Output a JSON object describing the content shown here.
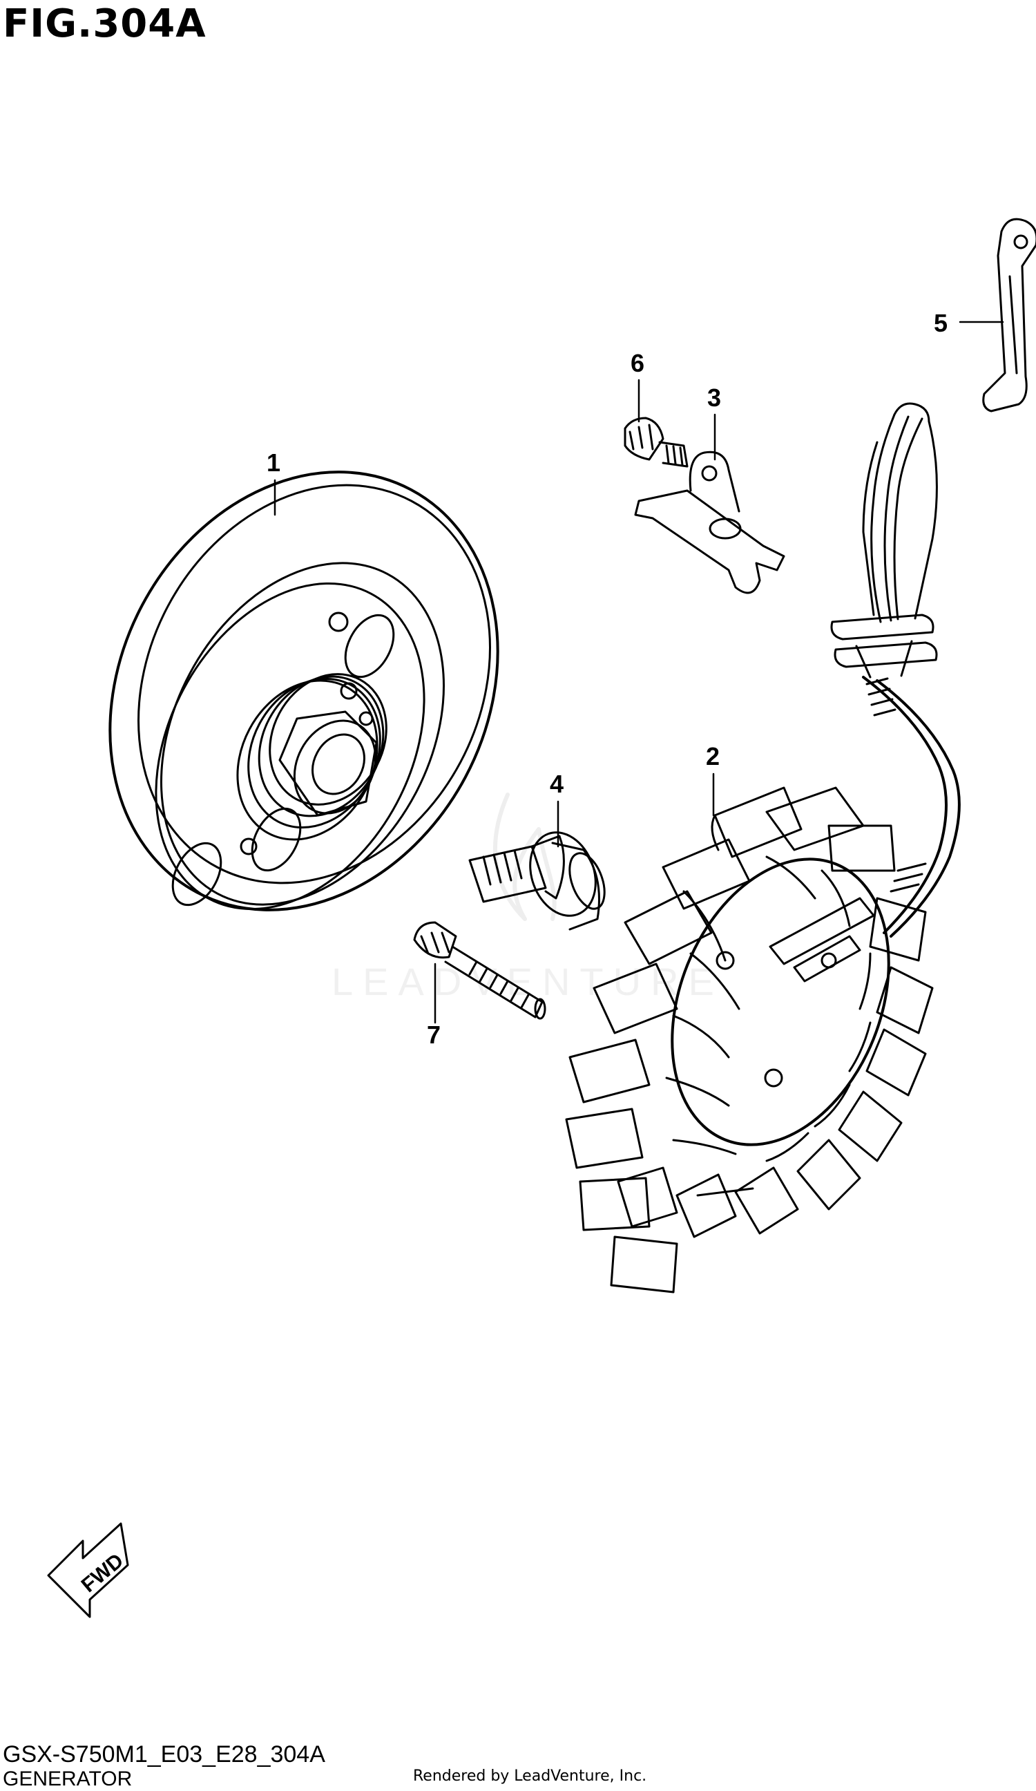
{
  "figure": {
    "title": "FIG.304A"
  },
  "callouts": {
    "c1": "1",
    "c2": "2",
    "c3": "3",
    "c4": "4",
    "c5": "5",
    "c6": "6",
    "c7": "7"
  },
  "watermark": "LEADVENTURE",
  "fwd_label": "FWD",
  "footer": {
    "code": "GSX-S750M1_E03_E28_304A",
    "name": "GENERATOR",
    "credit": "Rendered by LeadVenture, Inc."
  }
}
